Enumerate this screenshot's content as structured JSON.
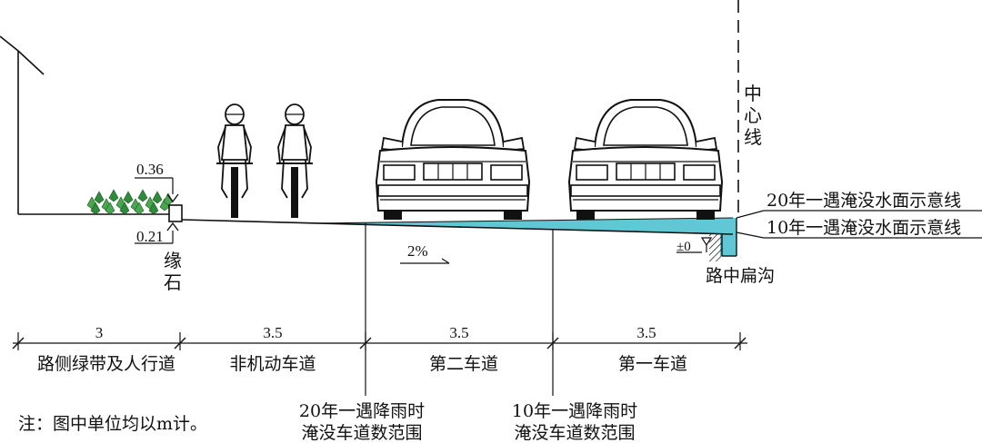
{
  "centerline_label": [
    "中",
    "心",
    "线"
  ],
  "water_lines": {
    "twenty_year": "20年一遇淹没水面示意线",
    "ten_year": "10年一遇淹没水面示意线"
  },
  "curb": {
    "top_height": "0.36",
    "bottom_height": "0.21",
    "label": [
      "缘",
      "石"
    ]
  },
  "slope_label": "2%",
  "elevation_label": "±0",
  "trench_label": "路中扁沟",
  "dimensions": [
    "3",
    "3.5",
    "3.5",
    "3.5"
  ],
  "zones": [
    "路侧绿带及人行道",
    "非机动车道",
    "第二车道",
    "第一车道"
  ],
  "flood_range": {
    "twenty_year": [
      "20年一遇降雨时",
      "淹没车道数范围"
    ],
    "ten_year": [
      "10年一遇降雨时",
      "淹没车道数范围"
    ]
  },
  "note": "注：图中单位均以m计。",
  "colors": {
    "water": "#5fc8d4",
    "line": "#111111",
    "shrub": "#2f8a3a"
  }
}
